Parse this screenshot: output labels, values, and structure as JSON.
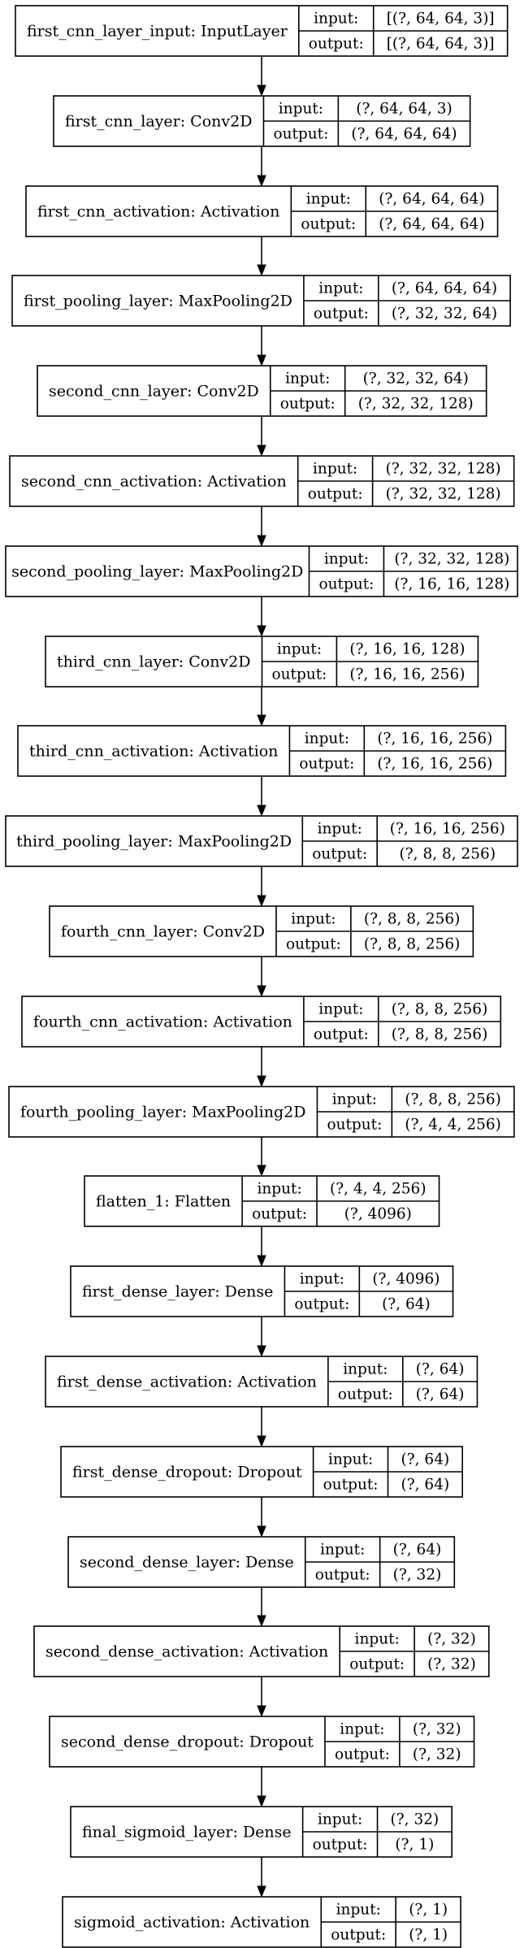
{
  "diagram": {
    "io_labels": {
      "input": "input:",
      "output": "output:"
    },
    "nodes": [
      {
        "label": "first_cnn_layer_input: InputLayer",
        "input": "[(?, 64, 64, 3)]",
        "output": "[(?, 64, 64, 3)]"
      },
      {
        "label": "first_cnn_layer: Conv2D",
        "input": "(?, 64, 64, 3)",
        "output": "(?, 64, 64, 64)"
      },
      {
        "label": "first_cnn_activation: Activation",
        "input": "(?, 64, 64, 64)",
        "output": "(?, 64, 64, 64)"
      },
      {
        "label": "first_pooling_layer: MaxPooling2D",
        "input": "(?, 64, 64, 64)",
        "output": "(?, 32, 32, 64)"
      },
      {
        "label": "second_cnn_layer: Conv2D",
        "input": "(?, 32, 32, 64)",
        "output": "(?, 32, 32, 128)"
      },
      {
        "label": "second_cnn_activation: Activation",
        "input": "(?, 32, 32, 128)",
        "output": "(?, 32, 32, 128)"
      },
      {
        "label": "second_pooling_layer: MaxPooling2D",
        "input": "(?, 32, 32, 128)",
        "output": "(?, 16, 16, 128)"
      },
      {
        "label": "third_cnn_layer: Conv2D",
        "input": "(?, 16, 16, 128)",
        "output": "(?, 16, 16, 256)"
      },
      {
        "label": "third_cnn_activation: Activation",
        "input": "(?, 16, 16, 256)",
        "output": "(?, 16, 16, 256)"
      },
      {
        "label": "third_pooling_layer: MaxPooling2D",
        "input": "(?, 16, 16, 256)",
        "output": "(?, 8, 8, 256)"
      },
      {
        "label": "fourth_cnn_layer: Conv2D",
        "input": "(?, 8, 8, 256)",
        "output": "(?, 8, 8, 256)"
      },
      {
        "label": "fourth_cnn_activation: Activation",
        "input": "(?, 8, 8, 256)",
        "output": "(?, 8, 8, 256)"
      },
      {
        "label": "fourth_pooling_layer: MaxPooling2D",
        "input": "(?, 8, 8, 256)",
        "output": "(?, 4, 4, 256)"
      },
      {
        "label": "flatten_1: Flatten",
        "input": "(?, 4, 4, 256)",
        "output": "(?, 4096)"
      },
      {
        "label": "first_dense_layer: Dense",
        "input": "(?, 4096)",
        "output": "(?, 64)"
      },
      {
        "label": "first_dense_activation: Activation",
        "input": "(?, 64)",
        "output": "(?, 64)"
      },
      {
        "label": "first_dense_dropout: Dropout",
        "input": "(?, 64)",
        "output": "(?, 64)"
      },
      {
        "label": "second_dense_layer: Dense",
        "input": "(?, 64)",
        "output": "(?, 32)"
      },
      {
        "label": "second_dense_activation: Activation",
        "input": "(?, 32)",
        "output": "(?, 32)"
      },
      {
        "label": "second_dense_dropout: Dropout",
        "input": "(?, 32)",
        "output": "(?, 32)"
      },
      {
        "label": "final_sigmoid_layer: Dense",
        "input": "(?, 32)",
        "output": "(?, 1)"
      },
      {
        "label": "sigmoid_activation: Activation",
        "input": "(?, 1)",
        "output": "(?, 1)"
      }
    ]
  }
}
